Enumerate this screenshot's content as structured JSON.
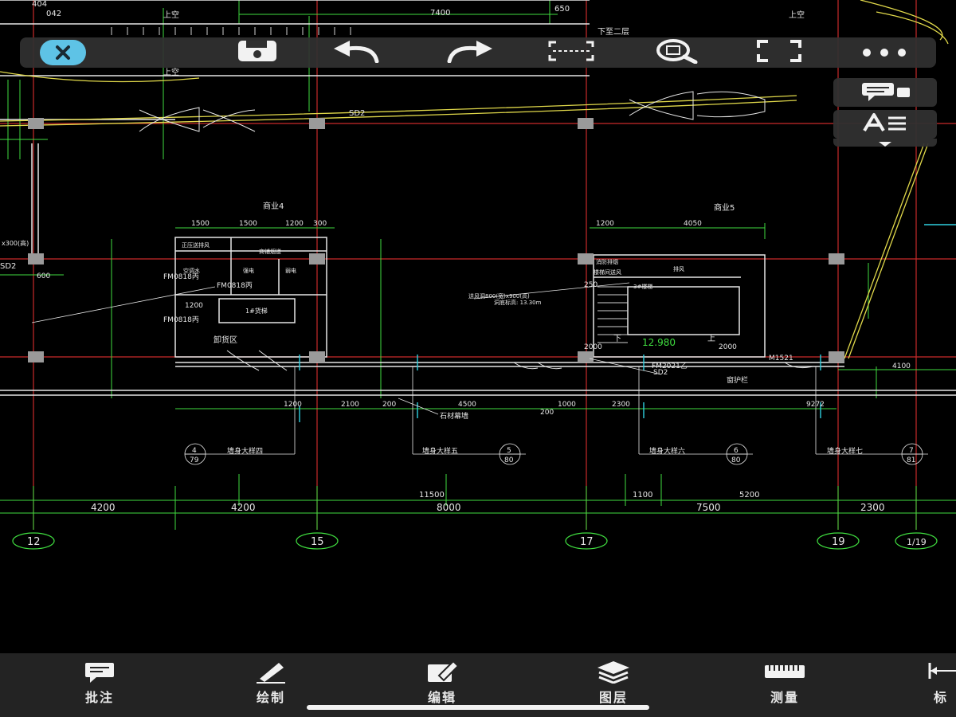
{
  "drawing": {
    "top_labels": {
      "dim_7400": "7400",
      "stair_up_1": "上空",
      "stair_up_2": "上空",
      "stair_up_3": "上空",
      "to_floor2": "下至二层",
      "tag_sd2_top": "SD2",
      "dim_650": "650",
      "dim_404": "404",
      "dim_042": "042"
    },
    "rooms": {
      "shop4": "商业4",
      "shop5": "商业5",
      "unload": "卸货区",
      "aircon": "空调水",
      "elec": "强电",
      "weak": "弱电",
      "smoke": "正压送排风",
      "pipe": "商铺烟道",
      "freight_lift": "1#货梯",
      "stair3": "3#楼梯",
      "exhaust": "排风",
      "fire_smoke": "消防排烟",
      "smoke_shaft": "楼梯间送风",
      "duct_note": "送风洞800(宽)x900(高)",
      "duct_note2": "洞底标高: 13.30m",
      "stair_down": "下",
      "stair_up": "上",
      "elev_12980": "12.980"
    },
    "doors": {
      "fm0818_1": "FM0818丙",
      "fm0818_2": "FM0818丙",
      "fm0818_3": "FM0818丙",
      "fm2021": "FM2021乙",
      "sd2_a": "SD2",
      "sd2_b": "SD2",
      "m1521": "M1521",
      "window_rail": "窗护栏",
      "stone_wall": "石材幕墙",
      "sd2_left": "SD2",
      "dim_300_left": "x300(高)",
      "dim_600": "600"
    },
    "dims_row1": {
      "d1500a": "1500",
      "d1500b": "1500",
      "d1200": "1200",
      "d300": "300",
      "d1200b": "1200",
      "d4050": "4050",
      "d1200c": "1200",
      "d2000a": "2000",
      "d2000b": "2000",
      "d250": "250",
      "d4100": "4100"
    },
    "dims_row2": {
      "d1200": "1200",
      "d2100": "2100",
      "d200": "200",
      "d4500": "4500",
      "d200b": "200",
      "d1000": "1000",
      "d2300": "2300",
      "d9272": "9272"
    },
    "wall_details": {
      "w4": "墙身大样四",
      "w4_num": "4",
      "w4_sheet": "79",
      "w5": "墙身大样五",
      "w5_num": "5",
      "w5_sheet": "80",
      "w6": "墙身大样六",
      "w6_num": "6",
      "w6_sheet": "80",
      "w7": "墙身大样七",
      "w7_num": "7",
      "w7_sheet": "81"
    },
    "total_dims": {
      "d11500": "11500",
      "d1100": "1100",
      "d5200": "5200",
      "d4200a": "4200",
      "d4200b": "4200",
      "d8000": "8000",
      "d7500": "7500",
      "d2300": "2300"
    },
    "axes": {
      "a12": "12",
      "a15": "15",
      "a17": "17",
      "a19": "19",
      "a1_19": "1/19"
    }
  },
  "toolbar": {
    "icons": [
      "close-icon",
      "save-icon",
      "undo-icon",
      "redo-icon",
      "select-window-icon",
      "zoom-extent-icon",
      "fullscreen-icon",
      "more-icon"
    ]
  },
  "side": {
    "icons": [
      "comment-icon",
      "text-style-icon",
      "expand-down-icon"
    ]
  },
  "bottom": {
    "annotate": "批注",
    "draw": "绘制",
    "edit": "编辑",
    "layers": "图层",
    "measure": "测量",
    "dimension": "标"
  },
  "colors": {
    "cad_green": "#3fdc3f",
    "cad_red": "#c92a2a",
    "cad_yellow": "#e0d84a",
    "cad_white": "#e6e6e6",
    "cad_cyan": "#2fd0e0",
    "accent": "#5ec3e6"
  }
}
